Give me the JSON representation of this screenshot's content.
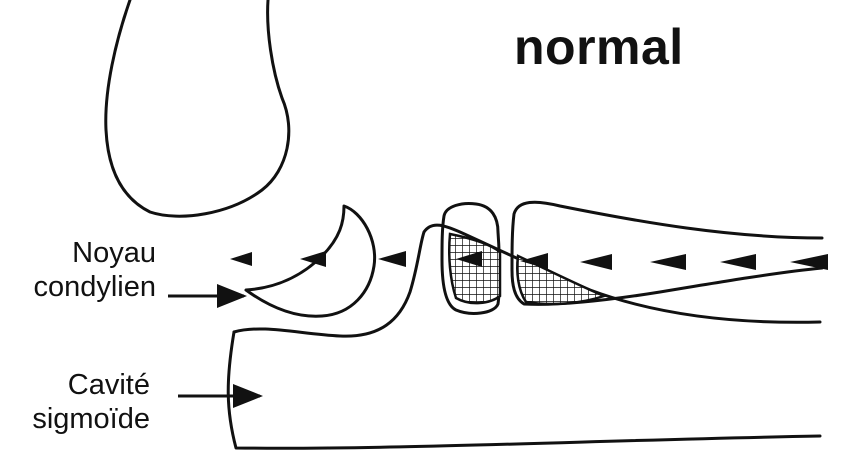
{
  "title": "normal",
  "labels": {
    "noyau": {
      "line1": "Noyau",
      "line2": "condylien"
    },
    "cavite": {
      "line1": "Cavité",
      "line2": "sigmoïde"
    }
  },
  "colors": {
    "ink": "#111111",
    "background": "#ffffff"
  }
}
